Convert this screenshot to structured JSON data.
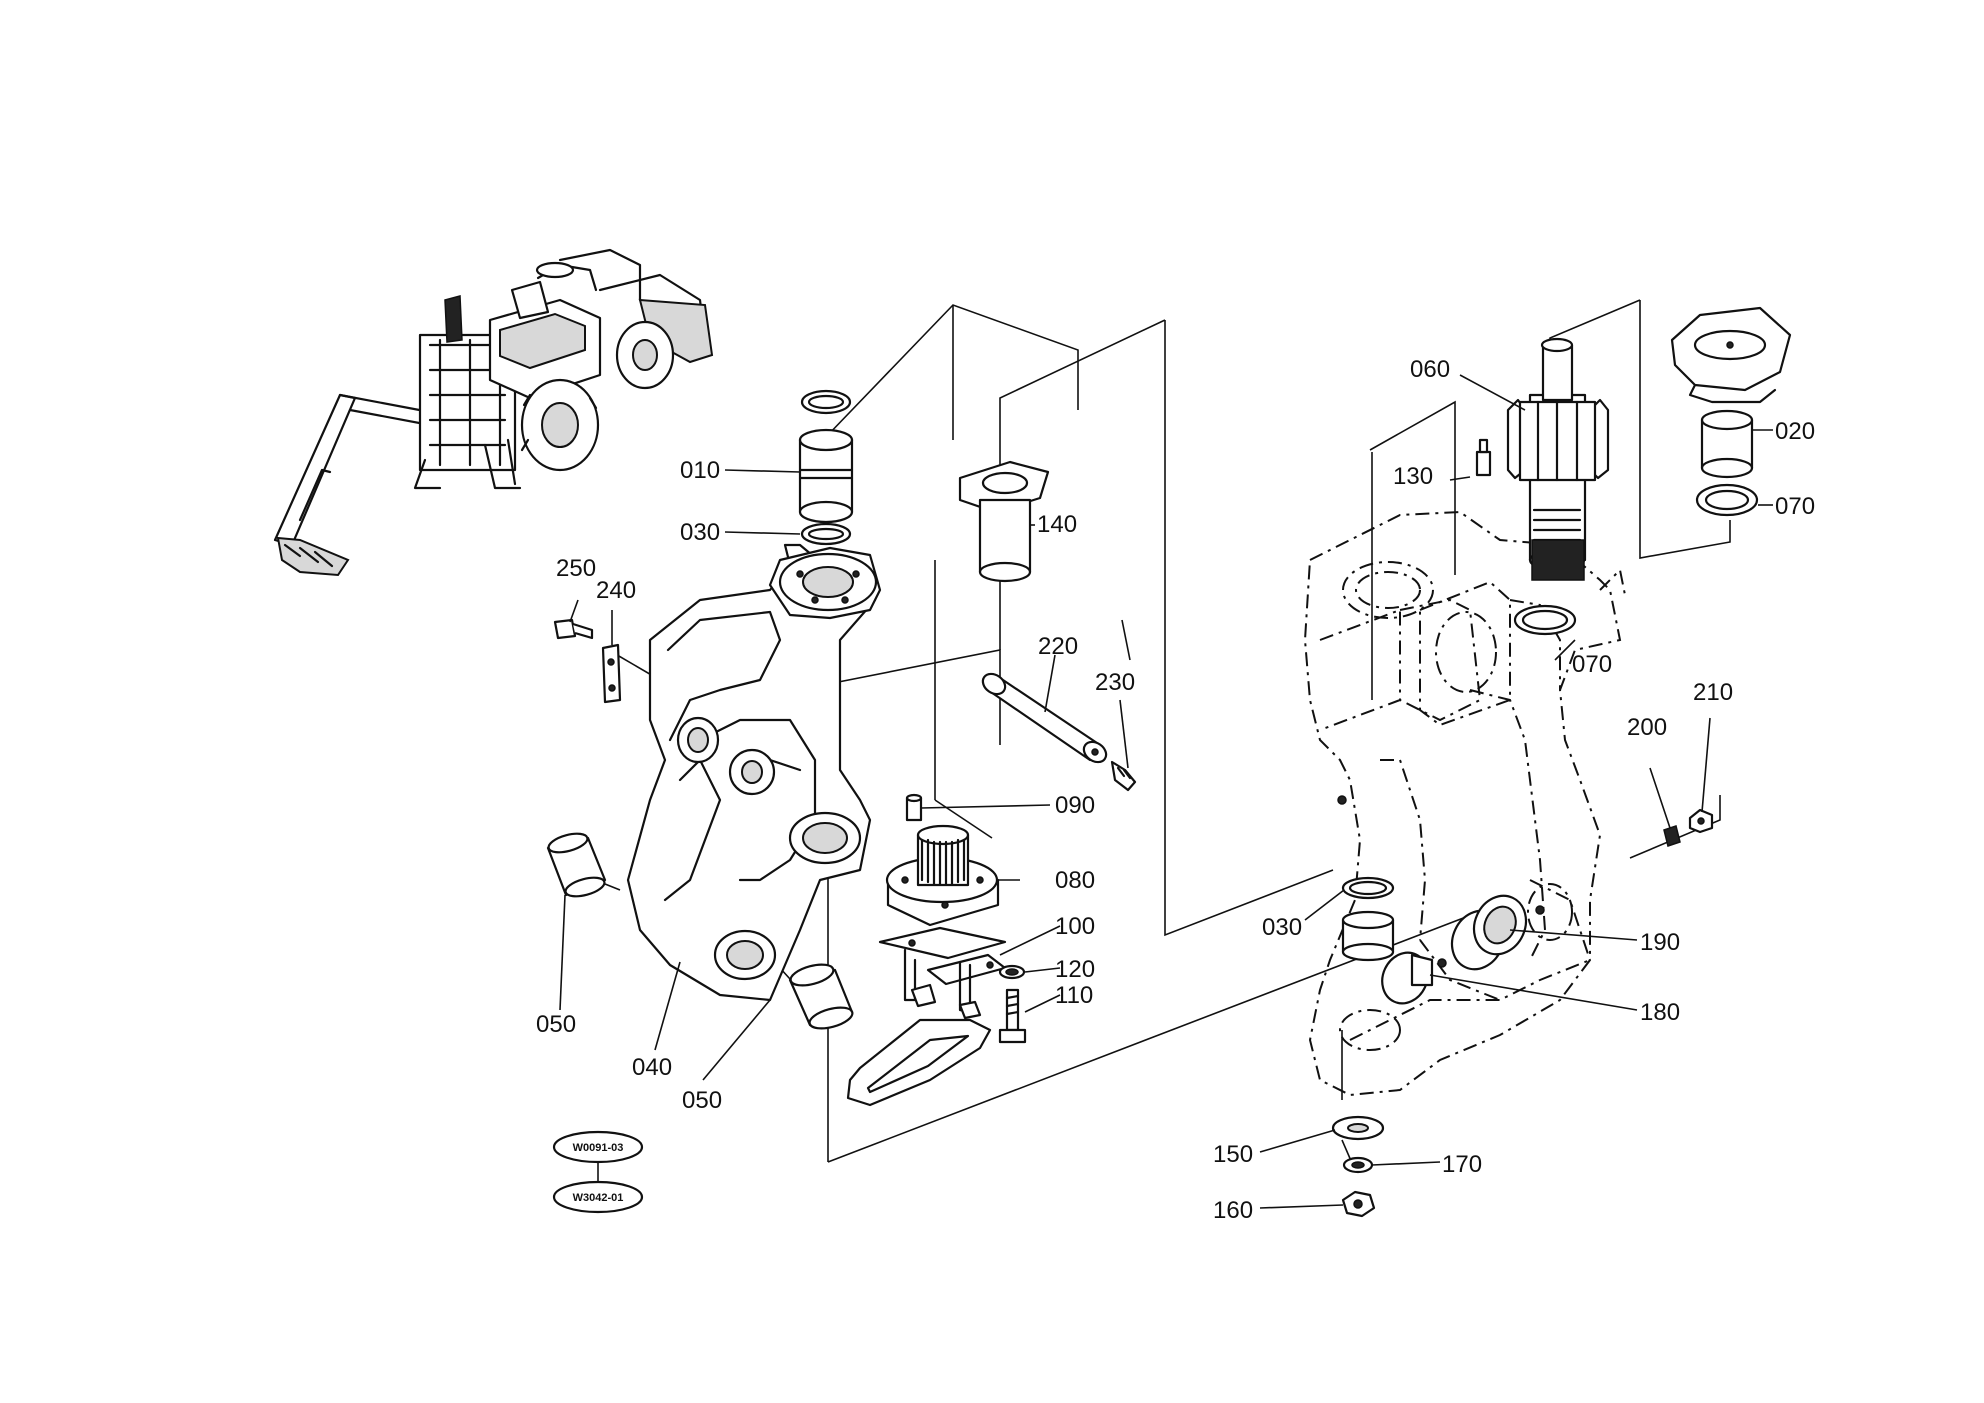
{
  "callouts": {
    "c010": "010",
    "c020": "020",
    "c030a": "030",
    "c030b": "030",
    "c040": "040",
    "c050a": "050",
    "c050b": "050",
    "c060": "060",
    "c070a": "070",
    "c070b": "070",
    "c080": "080",
    "c090": "090",
    "c100": "100",
    "c110": "110",
    "c120": "120",
    "c130": "130",
    "c140": "140",
    "c150": "150",
    "c160": "160",
    "c170": "170",
    "c180": "180",
    "c190": "190",
    "c200": "200",
    "c210": "210",
    "c220": "220",
    "c230": "230",
    "c240": "240",
    "c250": "250"
  },
  "references": {
    "ref1": "W0091-03",
    "ref2": "W3042-01"
  }
}
